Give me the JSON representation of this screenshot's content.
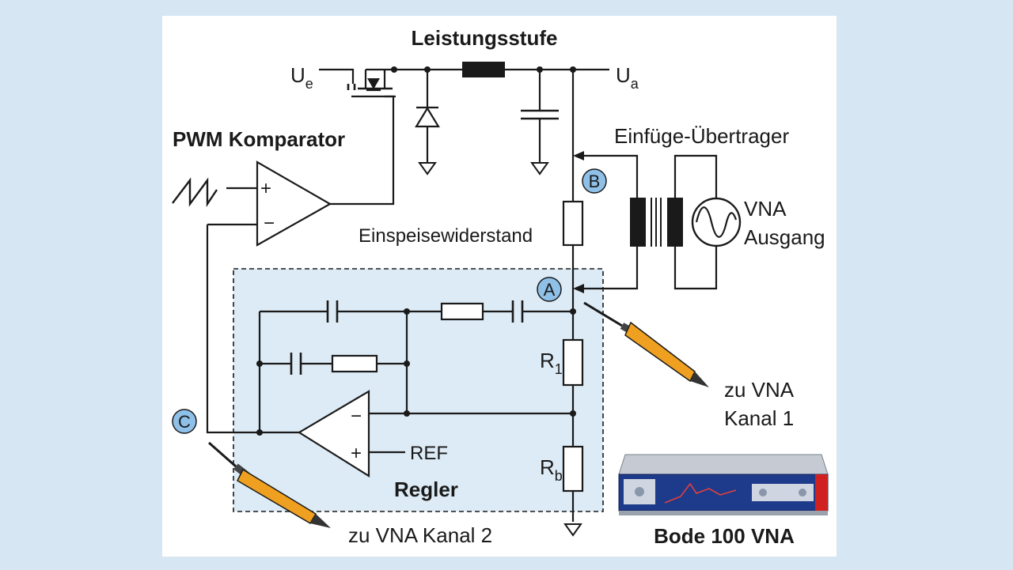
{
  "labels": {
    "title_power_stage": "Leistungsstufe",
    "ue_main": "U",
    "ue_sub": "e",
    "ua_main": "U",
    "ua_sub": "a",
    "pwm_comparator": "PWM Komparator",
    "coupling_transformer": "Einfüge-Übertrager",
    "injection_resistor": "Einspeisewiderstand",
    "vna_output_line1": "VNA",
    "vna_output_line2": "Ausgang",
    "r1_main": "R",
    "r1_sub": "1",
    "rb_main": "R",
    "rb_sub": "b",
    "ref": "REF",
    "controller": "Regler",
    "probe1_line1": "zu VNA",
    "probe1_line2": "Kanal 1",
    "probe2": "zu VNA Kanal 2",
    "device_name": "Bode 100 VNA",
    "comp_plus": "+",
    "comp_minus": "−",
    "opamp_plus": "+",
    "opamp_minus": "−"
  },
  "markers": {
    "a": "A",
    "b": "B",
    "c": "C"
  },
  "colors": {
    "background": "#d6e6f2",
    "panel": "#ffffff",
    "controller_fill": "#dcebf6",
    "marker_fill": "#8fc0e8",
    "probe_orange": "#f0a020",
    "line": "#1a1a1a"
  }
}
